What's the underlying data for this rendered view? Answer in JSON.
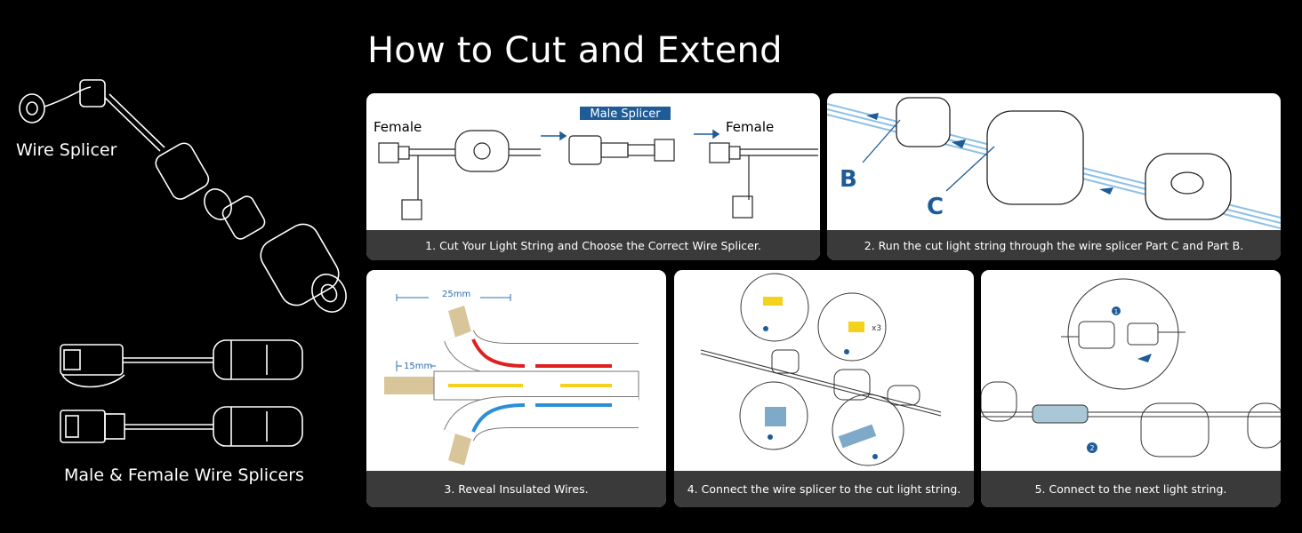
{
  "title": "How to Cut and Extend",
  "left": {
    "wire_splicer_label": "Wire Splicer",
    "male_female_label": "Male & Female Wire Splicers"
  },
  "steps": [
    {
      "caption": "1. Cut Your Light String and Choose the Correct Wire Splicer.",
      "labels": {
        "female_left": "Female",
        "male_splicer": "Male Splicer",
        "female_right": "Female"
      }
    },
    {
      "caption": "2. Run the cut light string through the wire splicer Part C and Part B.",
      "labels": {
        "b": "B",
        "c": "C"
      }
    },
    {
      "caption": "3. Reveal Insulated Wires.",
      "labels": {
        "dim_long": "25mm",
        "dim_short": "15mm"
      }
    },
    {
      "caption": "4. Connect the wire splicer to the cut light string.",
      "labels": {
        "times3": "x3"
      }
    },
    {
      "caption": "5. Connect to the next light string.",
      "labels": {
        "n1": "1",
        "n2": "2"
      }
    }
  ],
  "colors": {
    "accent_blue": "#1f5b96",
    "wire_red": "#e02020",
    "wire_yellow": "#f2d21a",
    "wire_blue": "#2c8fd6",
    "insulation": "#d8c69a",
    "caption_bg": "#3a3a3a"
  }
}
